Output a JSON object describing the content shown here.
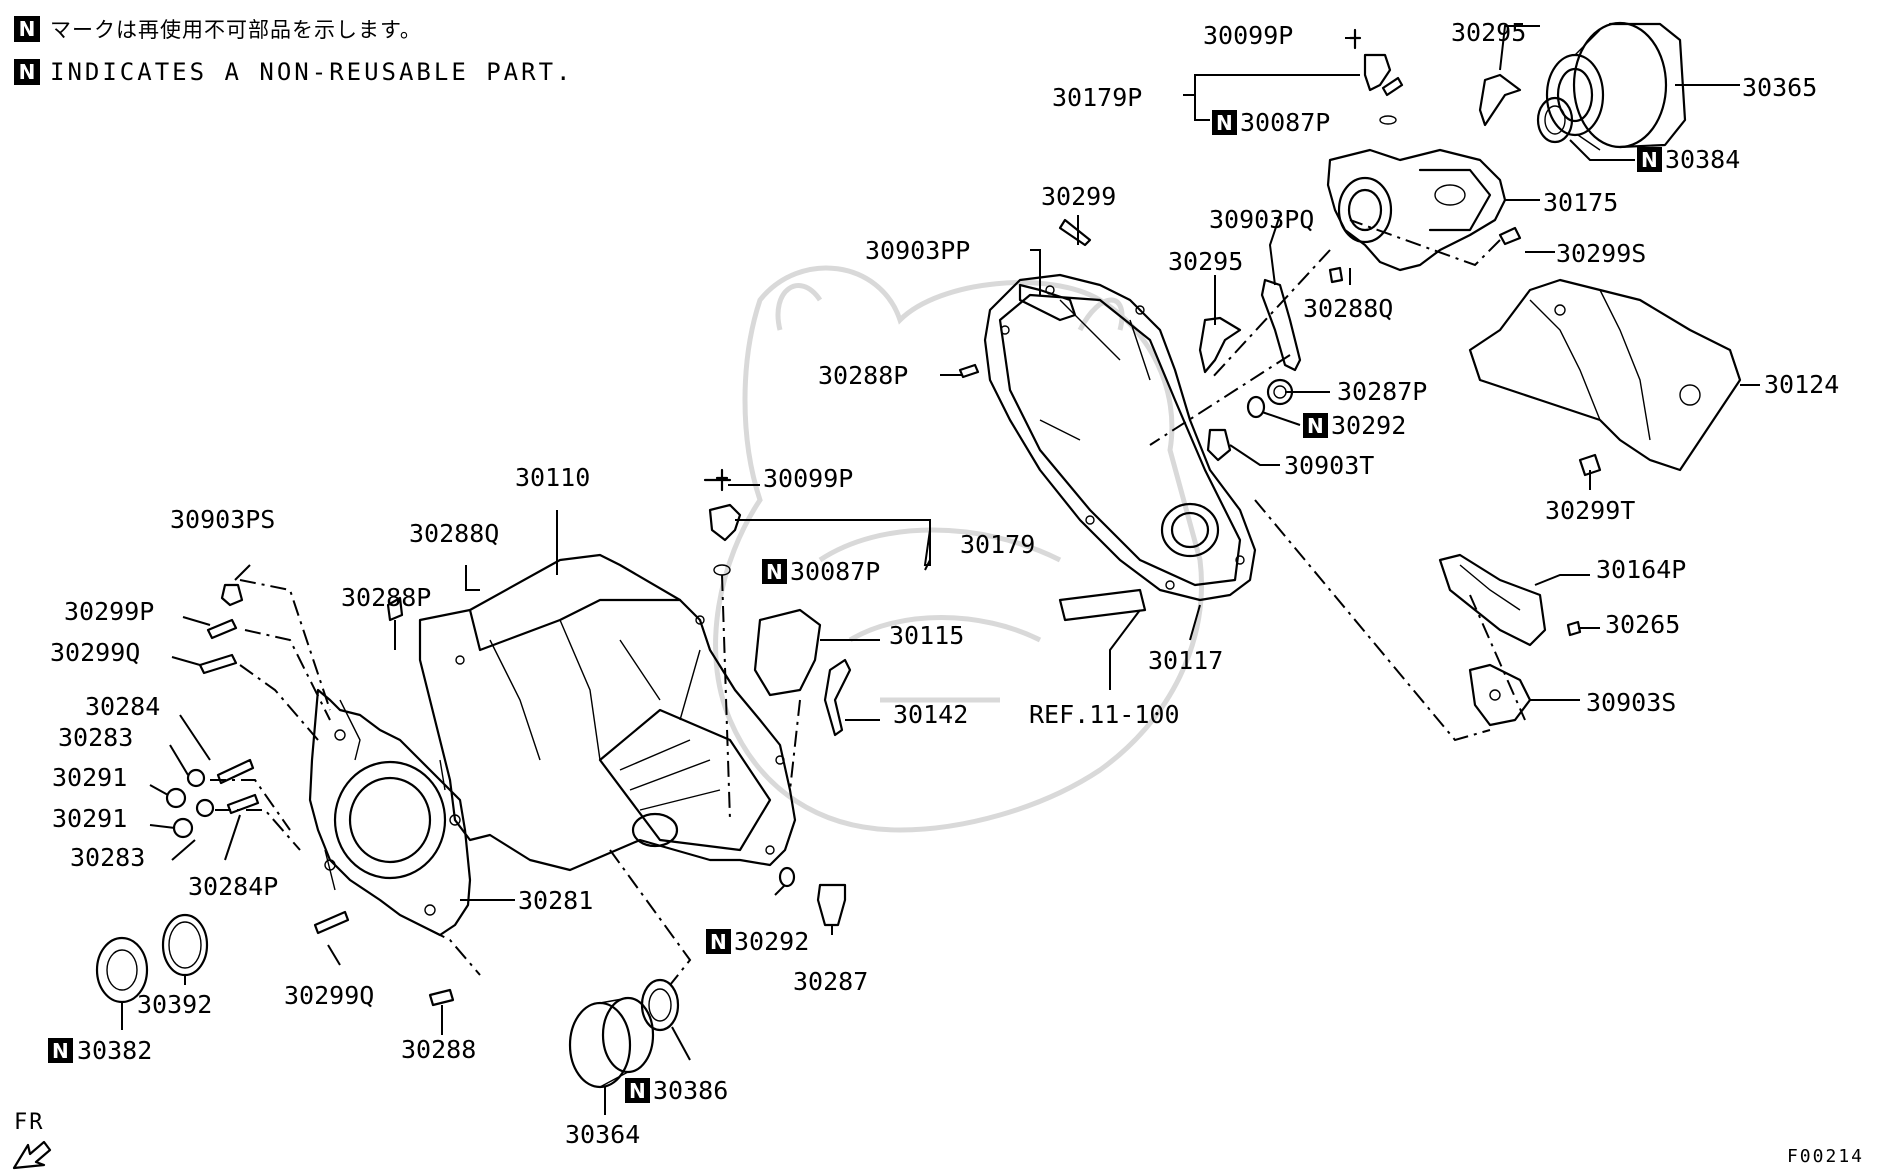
{
  "notice": {
    "badge": "N",
    "jp": "マークは再使用不可部品を示します。",
    "en": "INDICATES A NON-REUSABLE PART."
  },
  "direction": {
    "label": "FR",
    "icon": "front-arrow-icon"
  },
  "figure_code": "F00214",
  "reference": "REF.11-100",
  "callouts": [
    "30099P",
    "30295",
    "30365",
    "30179P",
    "30087P",
    "30384",
    "30175",
    "30299",
    "30903PQ",
    "30903PP",
    "30295",
    "30299S",
    "30288Q",
    "30124",
    "30288P",
    "30287P",
    "30292",
    "30903T",
    "30299T",
    "30110",
    "30099P",
    "30903PS",
    "30288Q",
    "30179",
    "30087P",
    "30164P",
    "30288P",
    "30299P",
    "30265",
    "30115",
    "30117",
    "30299Q",
    "30142",
    "30903S",
    "30284",
    "30283",
    "30291",
    "30291",
    "30283",
    "30284P",
    "30281",
    "30292",
    "30287",
    "30392",
    "30299Q",
    "30382",
    "30288",
    "30386",
    "30364"
  ],
  "colors": {
    "ink": "#000000",
    "watermark": "#d9d9d9",
    "background": "#ffffff"
  }
}
